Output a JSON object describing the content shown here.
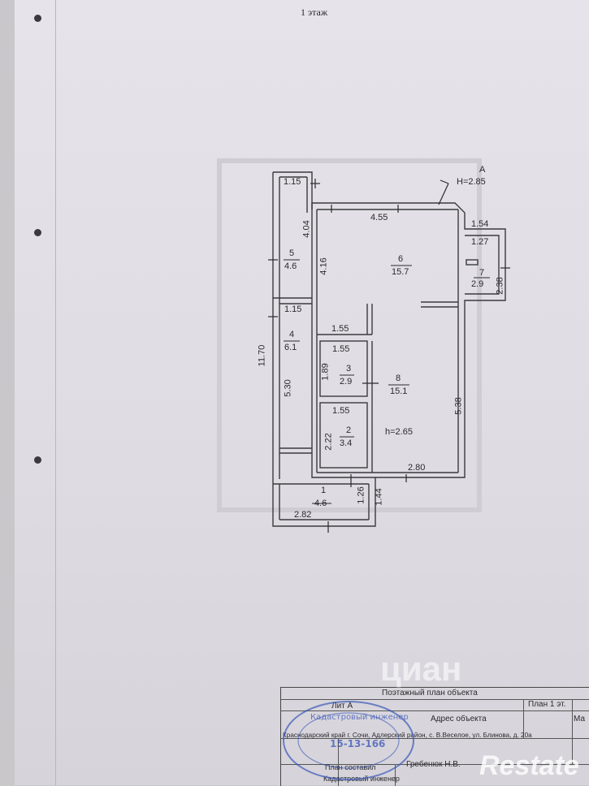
{
  "page_title": "1 этаж",
  "marker": {
    "letter": "А",
    "height": "H=2.85"
  },
  "dimensions": {
    "d_1_15_top": "1.15",
    "d_4_04": "4.04",
    "d_4_55": "4.55",
    "d_1_54": "1.54",
    "d_1_27": "1.27",
    "d_4_16": "4.16",
    "d_2_38": "2.38",
    "d_1_15_mid": "1.15",
    "d_1_55_a": "1.55",
    "d_1_55_b": "1.55",
    "d_11_70": "11.70",
    "d_1_89": "1.89",
    "d_5_30": "5.30",
    "d_5_38": "5.38",
    "d_1_55_c": "1.55",
    "d_2_22": "2.22",
    "h_room": "h=2.65",
    "d_2_80": "2.80",
    "d_1_26": "1.26",
    "d_1_44": "1.44",
    "d_2_82": "2.82"
  },
  "rooms": [
    {
      "num": "1",
      "area": "4.6"
    },
    {
      "num": "2",
      "area": "3.4"
    },
    {
      "num": "3",
      "area": "2.9"
    },
    {
      "num": "4",
      "area": "6.1"
    },
    {
      "num": "5",
      "area": "4.6"
    },
    {
      "num": "6",
      "area": "15.7"
    },
    {
      "num": "7",
      "area": "2.9"
    },
    {
      "num": "8",
      "area": "15.1"
    }
  ],
  "title_block": {
    "header": "Поэтажный план объекта",
    "lit": "Лит А",
    "plan": "План 1 эт.",
    "address_label": "Адрес объекта",
    "address": "Краснодарский край г. Сочи, Адлерский район, с. В.Веселое, ул. Блинова, д. 20а",
    "compiled_label": "План составил",
    "compiled_by": "Гребенюк Н.В.",
    "engineer": "Кадастровый инженер",
    "scale_cut": "Ма"
  },
  "stamp": {
    "ring_text": "Кадастровый инженер",
    "number": "15-13-166"
  },
  "watermarks": {
    "cian": "циан",
    "restate": "Restate"
  },
  "colors": {
    "paper": "#e4e2e8",
    "ink": "#2a2a2e",
    "stamp": "#3b57b8"
  }
}
